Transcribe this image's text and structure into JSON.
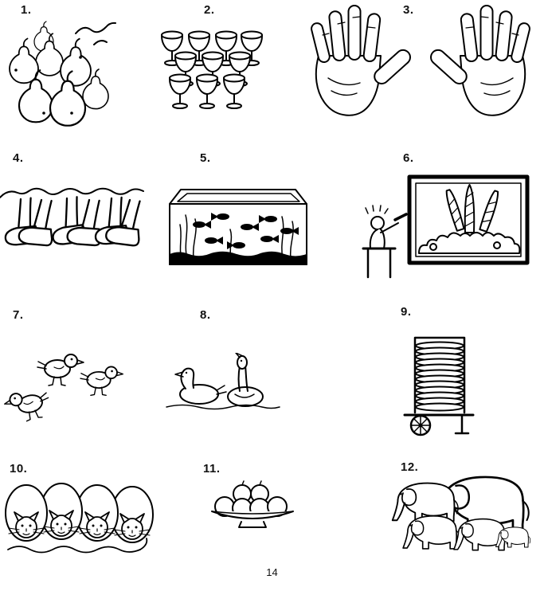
{
  "page": {
    "number_label": "14"
  },
  "items": [
    {
      "label": "1.",
      "illustration": "cluster-of-gourds"
    },
    {
      "label": "2.",
      "illustration": "rows-of-goblets"
    },
    {
      "label": "3.",
      "illustration": "two-open-hands"
    },
    {
      "label": "4.",
      "illustration": "walking-legs-with-shoes"
    },
    {
      "label": "5.",
      "illustration": "aquarium-with-fish"
    },
    {
      "label": "6.",
      "illustration": "person-watching-rocket-launch-picture"
    },
    {
      "label": "7.",
      "illustration": "three-chicks"
    },
    {
      "label": "8.",
      "illustration": "two-ducks-on-water"
    },
    {
      "label": "9.",
      "illustration": "cart-stacked-with-plates"
    },
    {
      "label": "10.",
      "illustration": "four-kittens-in-bundles"
    },
    {
      "label": "11.",
      "illustration": "plate-of-fruit"
    },
    {
      "label": "12.",
      "illustration": "herd-of-elephants"
    }
  ]
}
